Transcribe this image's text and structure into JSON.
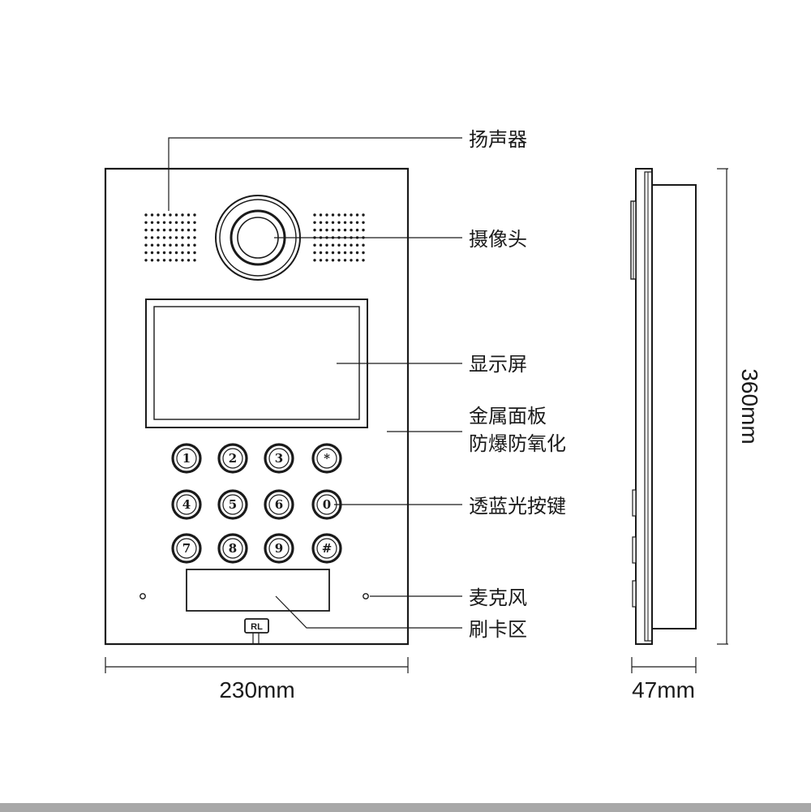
{
  "callouts": {
    "speaker": "扬声器",
    "camera": "摄像头",
    "display": "显示屏",
    "panel_line1": "金属面板",
    "panel_line2": "防爆防氧化",
    "keys": "透蓝光按键",
    "microphone": "麦克风",
    "card_area": "刷卡区"
  },
  "dimensions": {
    "width": "230mm",
    "depth": "47mm",
    "height": "360mm"
  },
  "keypad": {
    "rows": [
      [
        "1",
        "2",
        "3",
        "*"
      ],
      [
        "4",
        "5",
        "6",
        "0"
      ],
      [
        "7",
        "8",
        "9",
        "#"
      ]
    ]
  },
  "logo": {
    "text": "RL"
  },
  "colors": {
    "line": "#1a1a1a",
    "panel_fill": "#ffffff",
    "background": "#ffffff",
    "bottom_bar": "#a8a8a8"
  }
}
